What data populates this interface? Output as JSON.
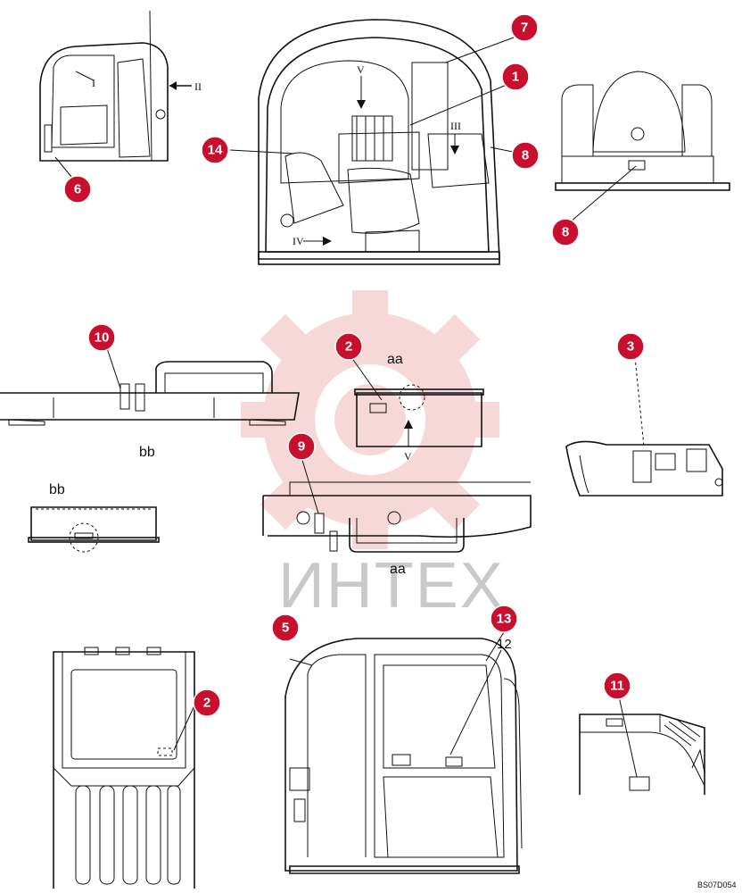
{
  "watermark": {
    "text": "ИНТЕХ",
    "color": "#f3c4c4"
  },
  "callout_color": "#c8102e",
  "callouts": [
    "7",
    "1",
    "14",
    "8",
    "6",
    "8",
    "10",
    "2",
    "3",
    "9",
    "5",
    "13",
    "2",
    "11"
  ],
  "labels": {
    "aa_top": "aa",
    "aa_bottom": "aa",
    "bb_top": "bb",
    "bb_bottom": "bb",
    "part_12": "12",
    "drawing_code": "BS07D054"
  },
  "view_marks": {
    "I": "I",
    "II": "II",
    "III": "III",
    "IV": "IV",
    "V": "V",
    "V2": "V"
  }
}
